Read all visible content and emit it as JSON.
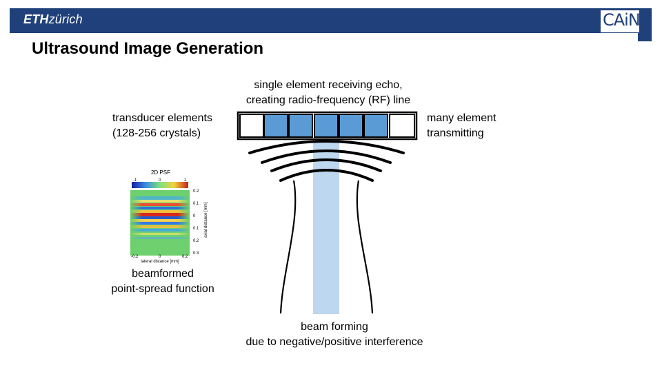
{
  "header": {
    "logo_strong": "ETH",
    "logo_rest": "zürich",
    "partner_logo": "CAiN"
  },
  "title": "Ultrasound Image Generation",
  "labels": {
    "single_element_line1": "single element receiving echo,",
    "single_element_line2": "creating radio-frequency (RF) line",
    "transducer_line1": "transducer elements",
    "transducer_line2": "(128-256 crystals)",
    "many_element_line1": "many element",
    "many_element_line2": "transmitting",
    "psf_line1": "beamformed",
    "psf_line2": "point-spread function",
    "beam_line1": "beam forming",
    "beam_line2": "due to negative/positive interference"
  },
  "psf_plot": {
    "title": "2D PSF",
    "colorbar_ticks": [
      "-1",
      "0",
      "1"
    ],
    "y_ticks": [
      "0.2",
      "0.1",
      "0",
      "0.1",
      "0.2",
      "0.3"
    ],
    "x_ticks": [
      "-0.2",
      "0",
      "0.2"
    ],
    "xlabel": "lateral distance [mm]",
    "ylabel": "axial distance [mm]"
  },
  "transducer": {
    "element_count": 7,
    "active_elements": [
      1,
      2,
      3,
      4,
      5
    ],
    "active_color": "#5b9bd5",
    "beam_color": "#bdd7ee"
  }
}
